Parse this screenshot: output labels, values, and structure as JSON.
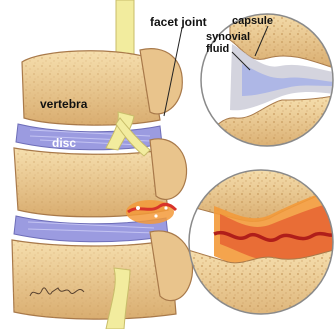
{
  "labels": {
    "facet_joint": "facet joint",
    "capsule": "capsule",
    "synovial_line1": "synovial",
    "synovial_line2": "fluid",
    "vertebra": "vertebra",
    "disc": "disc"
  },
  "signature": "Alice Lee",
  "colors": {
    "bone_light": "#f4d9a6",
    "bone_mid": "#e3b97c",
    "bone_dark": "#b98a50",
    "disc_purple": "#8f8fd6",
    "nerve_yellow": "#f2ec9e",
    "capsule_grey": "#c9c9d6",
    "fluid_blue": "#aeb7e6",
    "inflamed_red": "#d8332a",
    "inflamed_orange": "#f39a3a",
    "circle_border": "#8a8a8a"
  }
}
